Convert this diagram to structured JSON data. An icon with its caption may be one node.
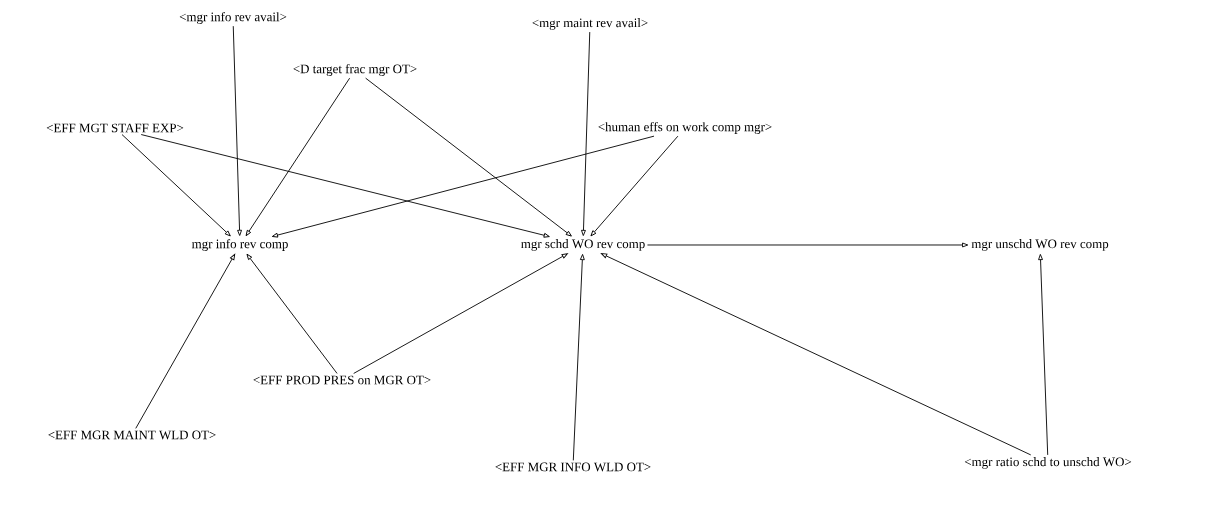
{
  "diagram": {
    "nodes": [
      {
        "text": [
          "<mgr info rev avail>"
        ]
      },
      {
        "text": [
          "<mgr maint rev avail>"
        ]
      },
      {
        "text": [
          "<D target frac mgr OT>"
        ]
      },
      {
        "text": [
          "<EFF MGT STAFF EXP>"
        ]
      },
      {
        "text": [
          "<human effs on work comp mgr>"
        ]
      },
      {
        "text": [
          "mgr info rev comp"
        ]
      },
      {
        "text": [
          "mgr schd WO rev comp"
        ]
      },
      {
        "text": [
          "mgr unschd WO rev comp"
        ]
      },
      {
        "text": [
          "<EFF PROD PRES on MGR OT>"
        ]
      },
      {
        "text": [
          "<EFF MGR MAINT WLD OT>"
        ]
      },
      {
        "text": [
          "<EFF MGR INFO WLD OT>"
        ]
      },
      {
        "text": [
          "<mgr ratio schd to unschd WO>"
        ]
      }
    ],
    "edges": [
      {
        "from": 0,
        "to": 5,
        "arrow": "to"
      },
      {
        "from": 2,
        "to": 5,
        "arrow": "to"
      },
      {
        "from": 2,
        "to": 6,
        "arrow": "to"
      },
      {
        "from": 3,
        "to": 5,
        "arrow": "to"
      },
      {
        "from": 3,
        "to": 6,
        "arrow": "to"
      },
      {
        "from": 1,
        "to": 6,
        "arrow": "to"
      },
      {
        "from": 4,
        "to": 5,
        "arrow": "to"
      },
      {
        "from": 4,
        "to": 6,
        "arrow": "to"
      },
      {
        "from": 6,
        "to": 7,
        "arrow": "to"
      },
      {
        "from": 8,
        "to": 5,
        "arrow": "to"
      },
      {
        "from": 8,
        "to": 6,
        "arrow": "to"
      },
      {
        "from": 9,
        "to": 5,
        "arrow": "to"
      },
      {
        "from": 10,
        "to": 6,
        "arrow": "to"
      },
      {
        "from": 11,
        "to": 6,
        "arrow": "to"
      },
      {
        "from": 11,
        "to": 7,
        "arrow": "to"
      }
    ]
  }
}
